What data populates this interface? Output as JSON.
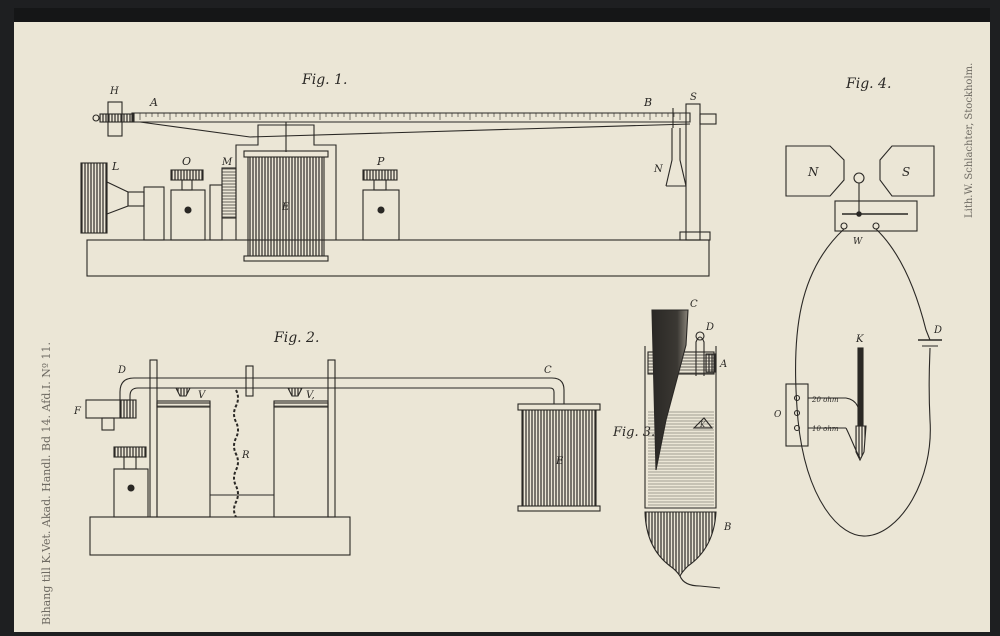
{
  "figures": {
    "fig1": "Fig. 1.",
    "fig2": "Fig. 2.",
    "fig3": "Fig. 3.",
    "fig4": "Fig. 4."
  },
  "labels": {
    "H": "H",
    "A": "A",
    "B": "B",
    "S1": "S",
    "L": "L",
    "O1": "O",
    "M": "M",
    "P": "P",
    "E1": "E",
    "N1": "N",
    "D2": "D",
    "C2": "C",
    "F": "F",
    "V": "V",
    "V1": "V,",
    "R": "R",
    "E2": "E",
    "C3": "C",
    "D3": "D",
    "A3": "A",
    "K3": "K",
    "B3": "B",
    "N4": "N",
    "S4": "S",
    "W": "W",
    "D4": "D",
    "K4": "K",
    "O4": "O",
    "ohm20": "20 ohm",
    "ohm10": "10 ohm"
  },
  "side_left": "Bihang till K.Vet. Akad. Handl. Bd 14. Afd.I. Nº 11.",
  "side_right": "Lith.W. Schlachter, Stockholm.",
  "colors": {
    "paper": "#ebe6d6",
    "ink": "#2a2825",
    "border": "#1e1f21"
  }
}
